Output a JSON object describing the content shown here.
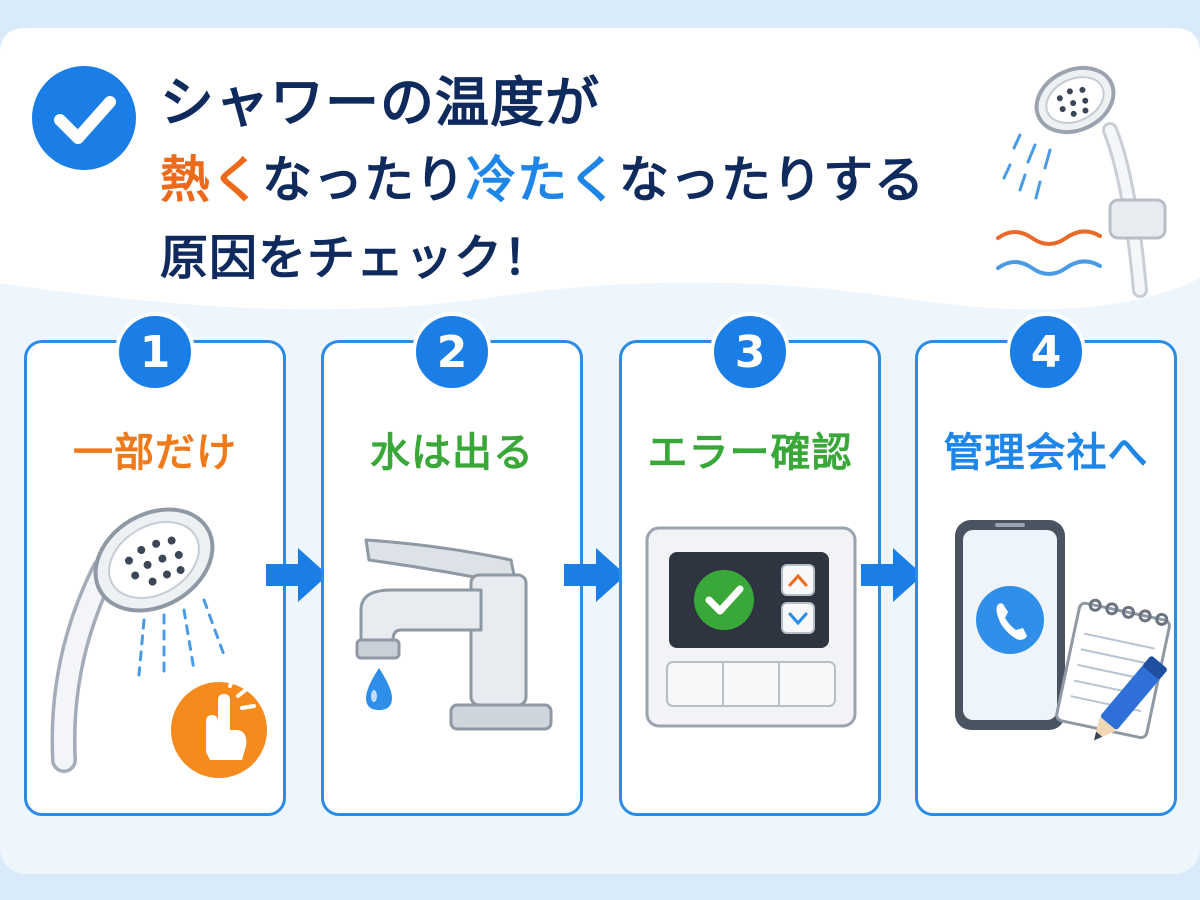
{
  "header": {
    "line1": "シャワーの温度が",
    "line2": {
      "hot": "熱く",
      "part1": "なったり",
      "cold": "冷たく",
      "part2": "なったりする"
    },
    "line3": "原因をチェック！"
  },
  "steps": [
    {
      "number": "1",
      "label": "一部だけ",
      "icon": "shower-head-tap-icon"
    },
    {
      "number": "2",
      "label": "水は出る",
      "icon": "faucet-icon"
    },
    {
      "number": "3",
      "label": "エラー確認",
      "icon": "water-heater-remote-icon"
    },
    {
      "number": "4",
      "label": "管理会社へ",
      "icon": "phone-memo-icon"
    }
  ],
  "colors": {
    "accent_blue": "#1a7ee6",
    "hot_orange": "#ee6a1a",
    "ok_green": "#3aa838",
    "title_navy": "#0f2a5c"
  }
}
